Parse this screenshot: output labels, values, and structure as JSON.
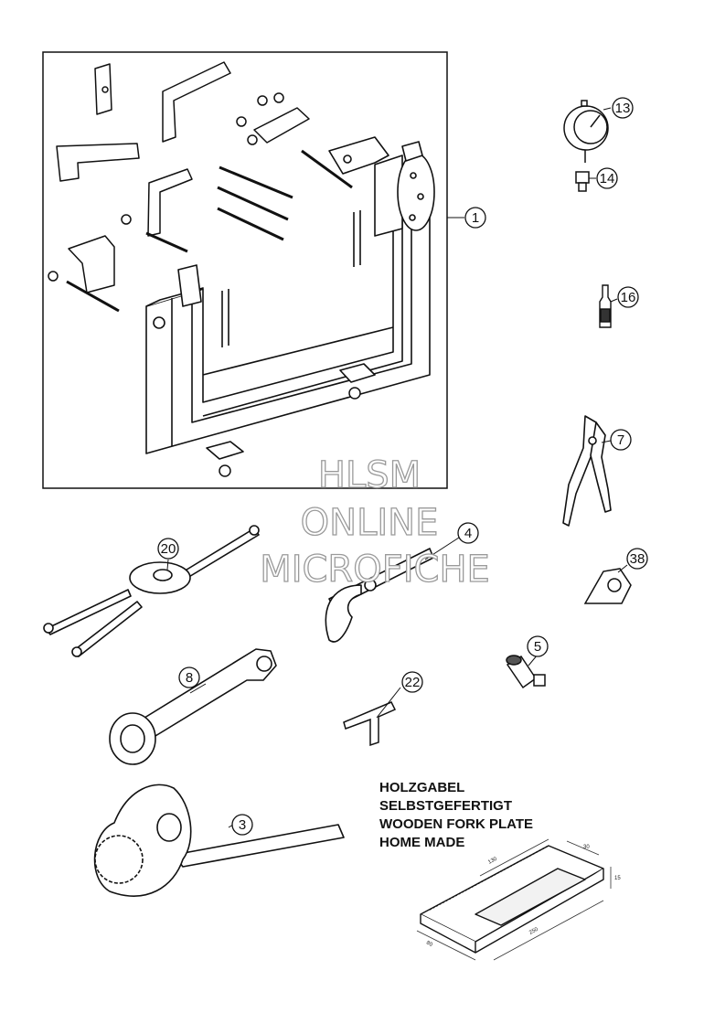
{
  "callouts": {
    "c1": "1",
    "c3": "3",
    "c4": "4",
    "c5": "5",
    "c7": "7",
    "c8": "8",
    "c13": "13",
    "c14": "14",
    "c16": "16",
    "c20": "20",
    "c22": "22",
    "c38": "38"
  },
  "note": {
    "line1": "HOLZGABEL",
    "line2": "SELBSTGEFERTIGT",
    "line3": "WOODEN FORK PLATE",
    "line4": "HOME MADE"
  },
  "dimensions": {
    "d130": "130",
    "d30": "30",
    "d15": "15",
    "d80": "80",
    "d250": "250"
  },
  "watermark": {
    "line1": "HLSM",
    "line2": "ONLINE",
    "line3": "MICROFICHE"
  }
}
